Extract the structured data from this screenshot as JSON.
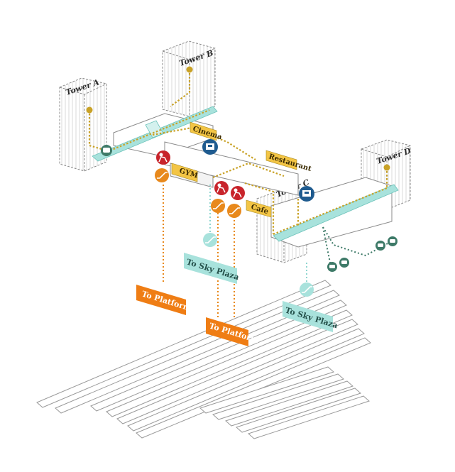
{
  "colors": {
    "gold": "#c9a227",
    "orange": "#e8891c",
    "red": "#c8242b",
    "teal": "#8fd6d0",
    "blue": "#1f5b8f",
    "green": "#3e7a68",
    "yellow_label": "#f3c545",
    "orange_label": "#ef7d14",
    "teal_label": "#a8e2dc"
  },
  "towers": {
    "a": {
      "label": "Tower A"
    },
    "b": {
      "label": "Tower B"
    },
    "c": {
      "label": "Tower C"
    },
    "d": {
      "label": "Tower D"
    }
  },
  "amenities": {
    "cinema": "Cinema",
    "restaurant": "Restaurant",
    "gym": "GYM",
    "cafe": "Cafe"
  },
  "routes": {
    "platform_1": "To Platform",
    "platform_2": "To Platform",
    "sky_plaza_1": "To Sky Plaza",
    "sky_plaza_2": "To Sky Plaza"
  },
  "icons": [
    "metro-icon",
    "ticket-machine-icon",
    "security-check-icon",
    "escalator-icon",
    "car-icon"
  ]
}
